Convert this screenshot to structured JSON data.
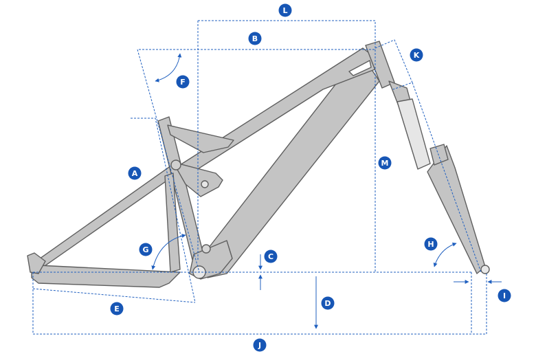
{
  "colors": {
    "frame_fill": "#c4c4c4",
    "frame_stroke": "#5e5e5e",
    "frame_highlight": "#d9d9d9",
    "dimension_line": "#1f5fbf",
    "badge": "#1756b5",
    "badge_text": "#ffffff"
  },
  "labels": {
    "A": "A",
    "B": "B",
    "C": "C",
    "D": "D",
    "E": "E",
    "F": "F",
    "G": "G",
    "H": "H",
    "I": "I",
    "J": "J",
    "K": "K",
    "L": "L",
    "M": "M"
  }
}
